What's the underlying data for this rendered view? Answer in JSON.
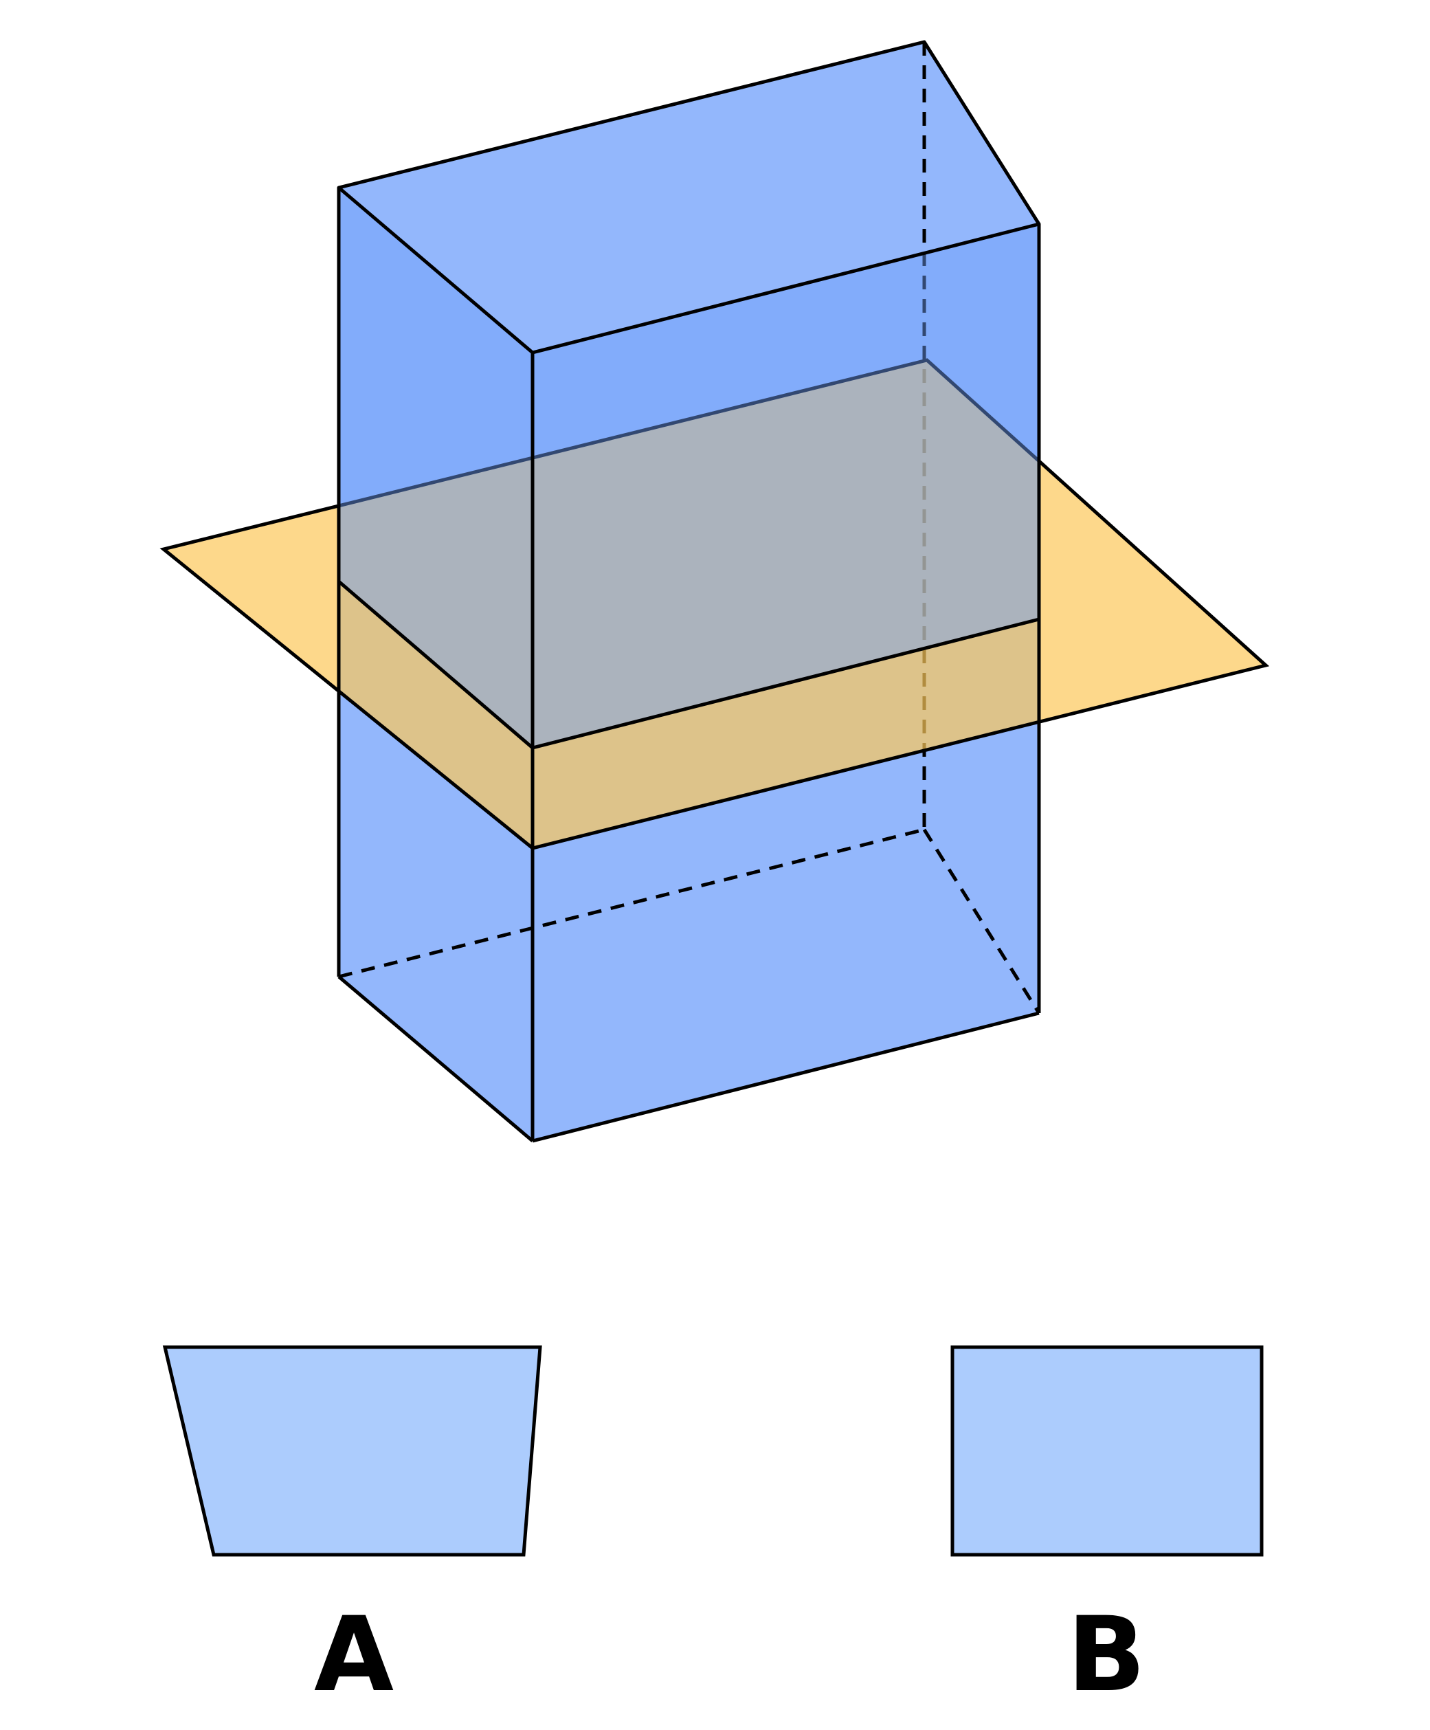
{
  "colors": {
    "prism_fill": "#6f9ffb",
    "plane_fill": "#fcc85a",
    "option_fill": "#acccfd",
    "outline": "#000000",
    "background": "#ffffff"
  },
  "options": [
    {
      "label": "A",
      "shape": "trapezoid"
    },
    {
      "label": "B",
      "shape": "rectangle"
    }
  ]
}
